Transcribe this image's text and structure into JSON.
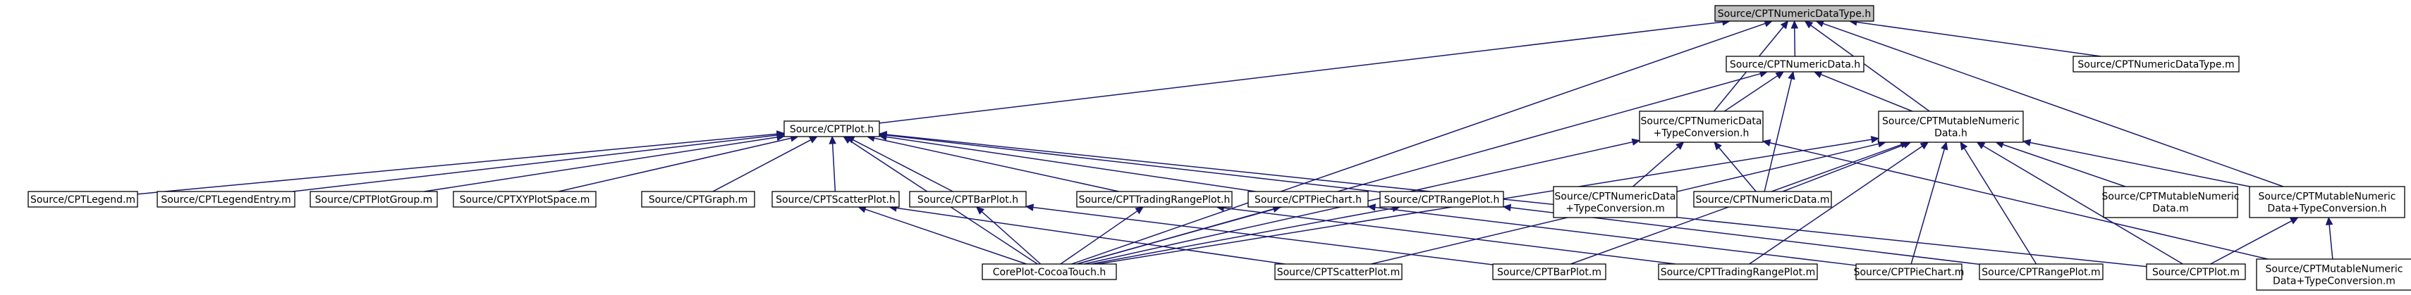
{
  "title": "Source/CPTNumericDataType.h",
  "colors": {
    "edge": "#191970",
    "root_fill": "#bfbfbf",
    "node_fill": "#ffffff",
    "border": "#000000"
  },
  "nodes": [
    {
      "id": "n0",
      "label": "Source/CPTNumericDataType.h"
    },
    {
      "id": "n1",
      "label": "Source/CPTNumericData.h"
    },
    {
      "id": "n2",
      "label": "Source/CPTNumericDataType.m"
    },
    {
      "id": "n3",
      "label": "Source/CPTPlot.h"
    },
    {
      "id": "n4",
      "label": "Source/CPTNumericData\n+TypeConversion.h"
    },
    {
      "id": "n5",
      "label": "Source/CPTMutableNumeric\nData.h"
    },
    {
      "id": "n6",
      "label": "Source/CPTLegend.m"
    },
    {
      "id": "n7",
      "label": "Source/CPTLegendEntry.m"
    },
    {
      "id": "n8",
      "label": "Source/CPTPlotGroup.m"
    },
    {
      "id": "n9",
      "label": "Source/CPTXYPlotSpace.m"
    },
    {
      "id": "n10",
      "label": "Source/CPTGraph.m"
    },
    {
      "id": "n11",
      "label": "Source/CPTScatterPlot.h"
    },
    {
      "id": "n12",
      "label": "Source/CPTBarPlot.h"
    },
    {
      "id": "n13",
      "label": "Source/CPTTradingRangePlot.h"
    },
    {
      "id": "n14",
      "label": "Source/CPTPieChart.h"
    },
    {
      "id": "n15",
      "label": "Source/CPTRangePlot.h"
    },
    {
      "id": "n16",
      "label": "Source/CPTNumericData\n+TypeConversion.m"
    },
    {
      "id": "n17",
      "label": "Source/CPTNumericData.m"
    },
    {
      "id": "n18",
      "label": "Source/CPTMutableNumeric\nData.m"
    },
    {
      "id": "n19",
      "label": "Source/CPTMutableNumeric\nData+TypeConversion.h"
    },
    {
      "id": "n20",
      "label": "CorePlot-CocoaTouch.h"
    },
    {
      "id": "n21",
      "label": "Source/CPTScatterPlot.m"
    },
    {
      "id": "n22",
      "label": "Source/CPTBarPlot.m"
    },
    {
      "id": "n23",
      "label": "Source/CPTTradingRangePlot.m"
    },
    {
      "id": "n24",
      "label": "Source/CPTPieChart.m"
    },
    {
      "id": "n25",
      "label": "Source/CPTRangePlot.m"
    },
    {
      "id": "n26",
      "label": "Source/CPTPlot.m"
    },
    {
      "id": "n27",
      "label": "Source/CPTMutableNumeric\nData+TypeConversion.m"
    }
  ],
  "edges": [
    [
      "n1",
      "n0"
    ],
    [
      "n2",
      "n0"
    ],
    [
      "n3",
      "n0"
    ],
    [
      "n4",
      "n0"
    ],
    [
      "n5",
      "n0"
    ],
    [
      "n19",
      "n0"
    ],
    [
      "n20",
      "n0"
    ],
    [
      "n4",
      "n1"
    ],
    [
      "n5",
      "n1"
    ],
    [
      "n17",
      "n1"
    ],
    [
      "n20",
      "n1"
    ],
    [
      "n6",
      "n3"
    ],
    [
      "n7",
      "n3"
    ],
    [
      "n8",
      "n3"
    ],
    [
      "n9",
      "n3"
    ],
    [
      "n10",
      "n3"
    ],
    [
      "n11",
      "n3"
    ],
    [
      "n12",
      "n3"
    ],
    [
      "n13",
      "n3"
    ],
    [
      "n14",
      "n3"
    ],
    [
      "n15",
      "n3"
    ],
    [
      "n20",
      "n3"
    ],
    [
      "n26",
      "n3"
    ],
    [
      "n16",
      "n4"
    ],
    [
      "n17",
      "n4"
    ],
    [
      "n20",
      "n4"
    ],
    [
      "n27",
      "n4"
    ],
    [
      "n17",
      "n5"
    ],
    [
      "n18",
      "n5"
    ],
    [
      "n19",
      "n5"
    ],
    [
      "n20",
      "n5"
    ],
    [
      "n21",
      "n5"
    ],
    [
      "n22",
      "n5"
    ],
    [
      "n23",
      "n5"
    ],
    [
      "n24",
      "n5"
    ],
    [
      "n25",
      "n5"
    ],
    [
      "n26",
      "n5"
    ],
    [
      "n20",
      "n11"
    ],
    [
      "n21",
      "n11"
    ],
    [
      "n20",
      "n12"
    ],
    [
      "n22",
      "n12"
    ],
    [
      "n20",
      "n13"
    ],
    [
      "n23",
      "n13"
    ],
    [
      "n20",
      "n14"
    ],
    [
      "n24",
      "n14"
    ],
    [
      "n20",
      "n15"
    ],
    [
      "n25",
      "n15"
    ],
    [
      "n26",
      "n19"
    ],
    [
      "n27",
      "n19"
    ]
  ]
}
